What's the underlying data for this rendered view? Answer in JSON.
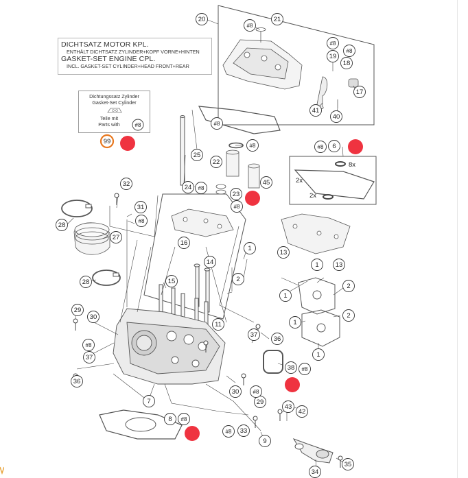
{
  "note_box": {
    "line1": "DICHTSATZ MOTOR KPL.",
    "line2": "ENTHÄLT DICHTSATZ ZYLINDER+KOPF VORNE+HINTEN",
    "line3": "GASKET-SET ENGINE CPL.",
    "line4": "INCL. GASKET-SET CYLINDER+HEAD FRONT+REAR"
  },
  "gasket_set_box": {
    "line1": "Dichtungssatz Zylinder",
    "line2": "Gasket-Set Cylinder",
    "line3": "Teile mit",
    "line4": "Parts with",
    "badge": "#8",
    "part": "99"
  },
  "callouts": {
    "c20": "20",
    "c21": "21",
    "c19": "19",
    "c18": "18",
    "c17": "17",
    "c41": "41",
    "c40": "40",
    "c6": "6",
    "c8x": "8x",
    "c2x_a": "2x",
    "c2x_b": "2x",
    "c25": "25",
    "c22": "22",
    "c23": "23",
    "c45": "45",
    "c24": "24",
    "c32": "32",
    "c31": "31",
    "c28a": "28",
    "c28b": "28",
    "c27": "27",
    "c16": "16",
    "c13a": "13",
    "c13b": "13",
    "c1a": "1",
    "c1b": "1",
    "c1c": "1",
    "c1d": "1",
    "c1e": "1",
    "c2a": "2",
    "c2b": "2",
    "c2c": "2",
    "c14": "14",
    "c15": "15",
    "c11": "11",
    "c29a": "29",
    "c29b": "29",
    "c30a": "30",
    "c30b": "30",
    "c37a": "37",
    "c37b": "37",
    "c36a": "36",
    "c36b": "36",
    "c38": "38",
    "c7": "7",
    "c8": "8",
    "c43": "43",
    "c42": "42",
    "c33": "33",
    "c9": "9",
    "c35": "35",
    "c34": "34"
  },
  "badge_label": "#8",
  "colors": {
    "marker_red": "#ef3340",
    "highlight_orange": "#e8771e",
    "line": "#444444"
  }
}
